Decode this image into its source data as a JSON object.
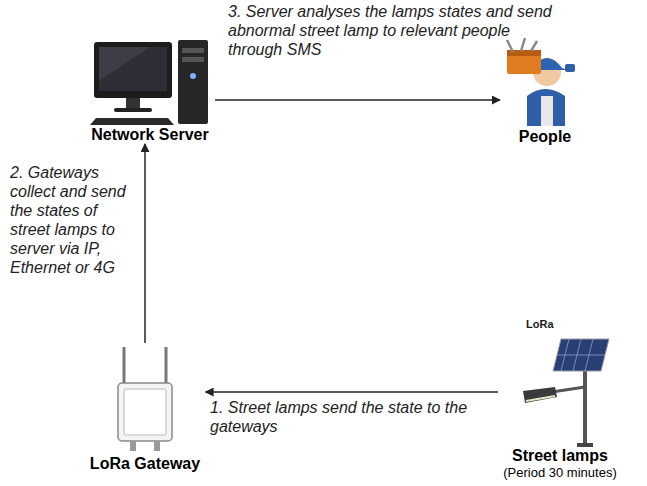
{
  "diagram": {
    "nodes": [
      {
        "text": [
          "Network Server"
        ]
      },
      {
        "text": [
          "People"
        ]
      },
      {
        "text": [
          "LoRa Gateway"
        ]
      },
      {
        "text": [
          "Street lamps",
          "(Period 30 minutes)"
        ]
      }
    ],
    "edges": [
      {
        "from": 3,
        "to": 2,
        "arrow": "to",
        "label": "1. Street lamps send the state to the gateways"
      },
      {
        "from": 2,
        "to": 0,
        "arrow": "to",
        "label": "2. Gateways collect and send the states of street lamps to server via IP, Ethernet or 4G"
      },
      {
        "from": 0,
        "to": 1,
        "arrow": "to",
        "label": "3. Server analyses the lamps states and send abnormal street lamp to relevant people through SMS"
      }
    ],
    "labels": [
      "LoRa"
    ]
  }
}
